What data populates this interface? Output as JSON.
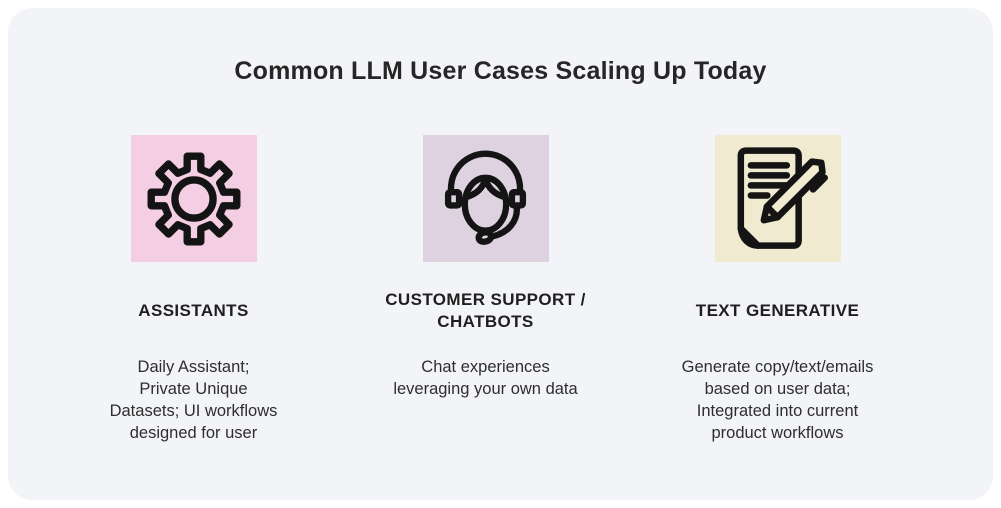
{
  "title": "Common LLM User Cases Scaling Up Today",
  "colors": {
    "page_background": "#ffffff",
    "card_background": "#f3f4f7",
    "title_text": "#262626",
    "heading_text": "#1f1f1f",
    "body_text": "#2e2e2e",
    "icon_stroke": "#141414",
    "assistants_square": "#f4cee3",
    "customer_support_square": "#ded2e1",
    "text_generative_square": "#f0ead1"
  },
  "columns": [
    {
      "id": "assistants",
      "icon": "gear-icon",
      "icon_bg": "#f4cee3",
      "heading": "ASSISTANTS",
      "body": "Daily Assistant;\nPrivate Unique\nDatasets; UI workflows\ndesigned for user"
    },
    {
      "id": "customer-support-chatbots",
      "icon": "headset-agent-icon",
      "icon_bg": "#ded2e1",
      "heading": "CUSTOMER SUPPORT /\nCHATBOTS",
      "body": "Chat experiences\nleveraging your own data"
    },
    {
      "id": "text-generative",
      "icon": "document-pen-icon",
      "icon_bg": "#f0ead1",
      "heading": "TEXT GENERATIVE",
      "body": "Generate copy/text/emails\nbased on user data;\nIntegrated into current\nproduct workflows"
    }
  ]
}
